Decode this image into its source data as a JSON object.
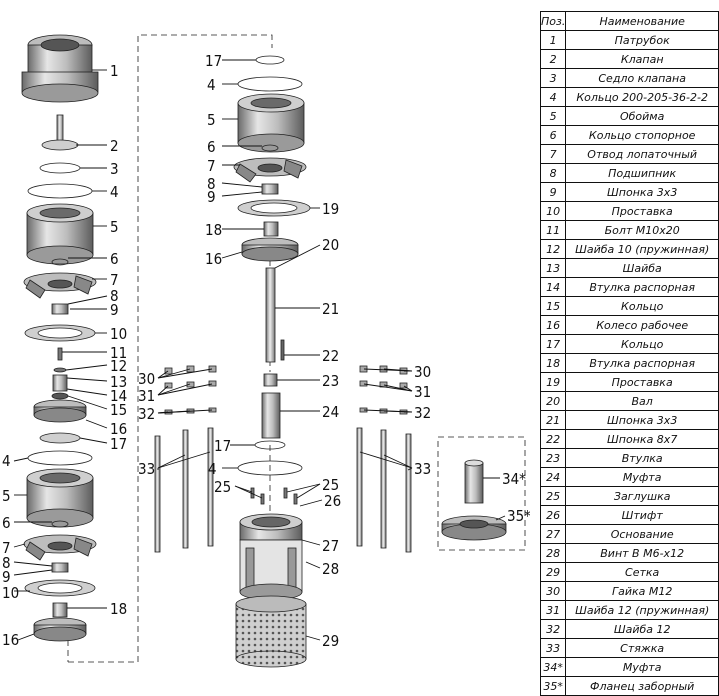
{
  "table": {
    "header_pos": "Поз.",
    "header_name": "Наименование",
    "rows": [
      {
        "pos": "1",
        "name": "Патрубок"
      },
      {
        "pos": "2",
        "name": "Клапан"
      },
      {
        "pos": "3",
        "name": "Седло клапана"
      },
      {
        "pos": "4",
        "name": "Кольцо 200-205-36-2-2"
      },
      {
        "pos": "5",
        "name": "Обойма"
      },
      {
        "pos": "6",
        "name": "Кольцо стопорное"
      },
      {
        "pos": "7",
        "name": "Отвод лопаточный"
      },
      {
        "pos": "8",
        "name": "Подшипник"
      },
      {
        "pos": "9",
        "name": "Шпонка 3x3"
      },
      {
        "pos": "10",
        "name": "Проставка"
      },
      {
        "pos": "11",
        "name": "Болт М10x20"
      },
      {
        "pos": "12",
        "name": "Шайба 10 (пружинная)"
      },
      {
        "pos": "13",
        "name": "Шайба"
      },
      {
        "pos": "14",
        "name": "Втулка распорная"
      },
      {
        "pos": "15",
        "name": "Кольцо"
      },
      {
        "pos": "16",
        "name": "Колесо рабочее"
      },
      {
        "pos": "17",
        "name": "Кольцо"
      },
      {
        "pos": "18",
        "name": "Втулка распорная"
      },
      {
        "pos": "19",
        "name": "Проставка"
      },
      {
        "pos": "20",
        "name": "Вал"
      },
      {
        "pos": "21",
        "name": "Шпонка 3x3"
      },
      {
        "pos": "22",
        "name": "Шпонка 8x7"
      },
      {
        "pos": "23",
        "name": "Втулка"
      },
      {
        "pos": "24",
        "name": "Муфта"
      },
      {
        "pos": "25",
        "name": "Заглушка"
      },
      {
        "pos": "26",
        "name": "Штифт"
      },
      {
        "pos": "27",
        "name": "Основание"
      },
      {
        "pos": "28",
        "name": "Винт В М6-x12"
      },
      {
        "pos": "29",
        "name": "Сетка"
      },
      {
        "pos": "30",
        "name": "Гайка М12"
      },
      {
        "pos": "31",
        "name": "Шайба 12 (пружинная)"
      },
      {
        "pos": "32",
        "name": "Шайба 12"
      },
      {
        "pos": "33",
        "name": "Стяжка"
      },
      {
        "pos": "34*",
        "name": "Муфта"
      },
      {
        "pos": "35*",
        "name": "Фланец заборный"
      }
    ]
  },
  "callouts": {
    "l1": "1",
    "l2": "2",
    "l3": "3",
    "l4": "4",
    "l5": "5",
    "l6": "6",
    "l7": "7",
    "l8": "8",
    "l9": "9",
    "l10": "10",
    "l11": "11",
    "l12": "12",
    "l13": "13",
    "l14": "14",
    "l15": "15",
    "l16": "16",
    "l17": "17",
    "b4": "4",
    "b5": "5",
    "b6": "6",
    "b7": "7",
    "b8": "8",
    "b9": "9",
    "b10": "10",
    "b16": "16",
    "b18": "18",
    "m17": "17",
    "m4": "4",
    "m5": "5",
    "m6": "6",
    "m7": "7",
    "m8": "8",
    "m9": "9",
    "m19": "19",
    "m18": "18",
    "m16": "16",
    "m20": "20",
    "m21": "21",
    "m22": "22",
    "m23": "23",
    "m24": "24",
    "m17b": "17",
    "m4b": "4",
    "m25a": "25",
    "m25b": "25",
    "m26": "26",
    "m27": "27",
    "m28": "28",
    "m29": "29",
    "lt30": "30",
    "lt31": "31",
    "lt32": "32",
    "lt33": "33",
    "rt30": "30",
    "rt31": "31",
    "rt32": "32",
    "rt33": "33",
    "o34": "34*",
    "o35": "35*"
  },
  "colors": {
    "metal_light": "#d9d9d9",
    "metal_mid": "#a8a8a8",
    "metal_dark": "#5a5a5a"
  }
}
